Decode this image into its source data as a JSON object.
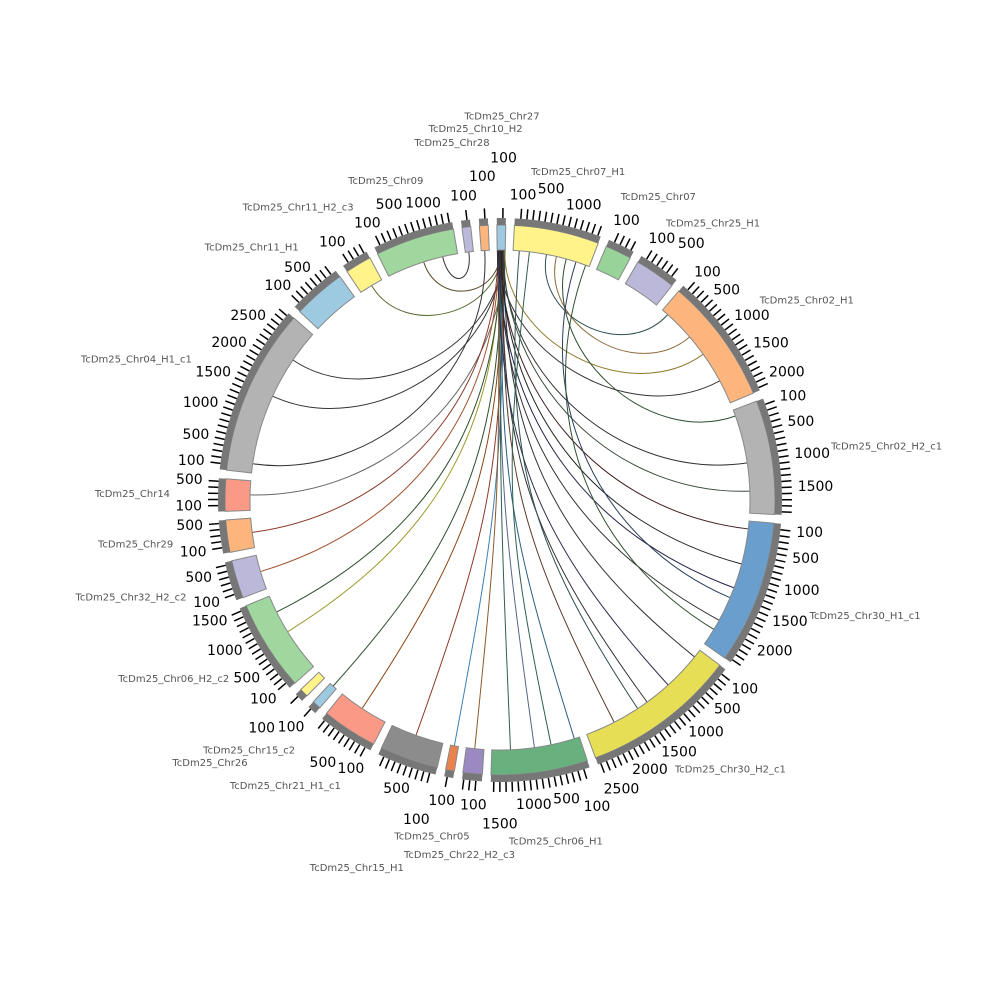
{
  "title": "Circos synteny plot",
  "tick_step": 100,
  "sectors": [
    {
      "id": "c07h1",
      "name": "TcDm25_Chr07_H1",
      "length": 1450,
      "color": "#fff38a"
    },
    {
      "id": "c07",
      "name": "TcDm25_Chr07",
      "length": 450,
      "color": "#98d49a"
    },
    {
      "id": "c25h1",
      "name": "TcDm25_Chr25_H1",
      "length": 700,
      "color": "#bcb8da"
    },
    {
      "id": "c02h1",
      "name": "TcDm25_Chr02_H1",
      "length": 2150,
      "color": "#fdb57e"
    },
    {
      "id": "c02h2",
      "name": "TcDm25_Chr02_H2_c1",
      "length": 1950,
      "color": "#b3b3b3"
    },
    {
      "id": "c30h1",
      "name": "TcDm25_Chr30_H1_c1",
      "length": 2450,
      "color": "#6a9ecd"
    },
    {
      "id": "c30h2",
      "name": "TcDm25_Chr30_H2_c1",
      "length": 2650,
      "color": "#e6de55"
    },
    {
      "id": "c06h1",
      "name": "TcDm25_Chr06_H1",
      "length": 1650,
      "color": "#69b07f"
    },
    {
      "id": "c22",
      "name": "TcDm25_Chr22_H2_c3",
      "length": 330,
      "color": "#9b8ac2"
    },
    {
      "id": "c05",
      "name": "TcDm25_Chr05",
      "length": 150,
      "color": "#e8834f"
    },
    {
      "id": "c15",
      "name": "TcDm25_Chr15_H1",
      "length": 1000,
      "color": "#8c8c8c"
    },
    {
      "id": "c21",
      "name": "TcDm25_Chr21_H1_c1",
      "length": 950,
      "color": "#fa9985"
    },
    {
      "id": "c15b",
      "name": "TcDm25_Chr15_c2",
      "length": 150,
      "color": "#9ecae1"
    },
    {
      "id": "c26",
      "name": "TcDm25_Chr26",
      "length": 150,
      "color": "#fff38a"
    },
    {
      "id": "c06h2",
      "name": "TcDm25_Chr06_H2_c2",
      "length": 1550,
      "color": "#a0d79e"
    },
    {
      "id": "c32",
      "name": "TcDm25_Chr32_H2_c2",
      "length": 650,
      "color": "#bcb8da"
    },
    {
      "id": "c29",
      "name": "TcDm25_Chr29",
      "length": 550,
      "color": "#fdb57e"
    },
    {
      "id": "c14",
      "name": "TcDm25_Chr14",
      "length": 550,
      "color": "#fa9985"
    },
    {
      "id": "c04",
      "name": "TcDm25_Chr04_H1_c1",
      "length": 2850,
      "color": "#b3b3b3"
    },
    {
      "id": "c11h1",
      "name": "TcDm25_Chr11_H1",
      "length": 900,
      "color": "#9ecae1"
    },
    {
      "id": "c11h2",
      "name": "TcDm25_Chr11_H2_c3",
      "length": 450,
      "color": "#fff38a"
    },
    {
      "id": "c09",
      "name": "TcDm25_Chr09",
      "length": 1350,
      "color": "#a0d79e"
    },
    {
      "id": "c28",
      "name": "TcDm25_Chr28",
      "length": 150,
      "color": "#bcb8da"
    },
    {
      "id": "c10",
      "name": "TcDm25_Chr10_H2",
      "length": 150,
      "color": "#fdb57e"
    },
    {
      "id": "c27",
      "name": "TcDm25_Chr27",
      "length": 150,
      "color": "#9ecae1"
    }
  ],
  "links": [
    {
      "from": "c27",
      "to": "c09",
      "color": "#5a4a2a"
    },
    {
      "from": "c27",
      "to": "c11h2",
      "color": "#556b2f"
    },
    {
      "from": "c27",
      "to": "c04",
      "color": "#333333"
    },
    {
      "from": "c27",
      "to": "c04",
      "color": "#333333"
    },
    {
      "from": "c27",
      "to": "c14",
      "color": "#666666"
    },
    {
      "from": "c27",
      "to": "c29",
      "color": "#8b3a2a"
    },
    {
      "from": "c27",
      "to": "c32",
      "color": "#a0522d"
    },
    {
      "from": "c27",
      "to": "c06h2",
      "color": "#9a9a2a"
    },
    {
      "from": "c27",
      "to": "c06h2",
      "color": "#2f4f2f"
    },
    {
      "from": "c27",
      "to": "c15b",
      "color": "#2f4f2f"
    },
    {
      "from": "c27",
      "to": "c21",
      "color": "#8b4513"
    },
    {
      "from": "c27",
      "to": "c15",
      "color": "#8b3a2a"
    },
    {
      "from": "c27",
      "to": "c05",
      "color": "#3b7fb5"
    },
    {
      "from": "c27",
      "to": "c22",
      "color": "#8b5a2b"
    },
    {
      "from": "c27",
      "to": "c06h1",
      "color": "#556688"
    },
    {
      "from": "c27",
      "to": "c06h1",
      "color": "#2f5f4f"
    },
    {
      "from": "c27",
      "to": "c06h1",
      "color": "#2b5f7f"
    },
    {
      "from": "c27",
      "to": "c30h2",
      "color": "#333333"
    },
    {
      "from": "c27",
      "to": "c30h2",
      "color": "#5a3a2a"
    },
    {
      "from": "c27",
      "to": "c30h2",
      "color": "#333333"
    },
    {
      "from": "c27",
      "to": "c30h2",
      "color": "#2f2f4f"
    },
    {
      "from": "c27",
      "to": "c30h1",
      "color": "#222244"
    },
    {
      "from": "c27",
      "to": "c30h1",
      "color": "#333333"
    },
    {
      "from": "c27",
      "to": "c30h1",
      "color": "#442222"
    },
    {
      "from": "c27",
      "to": "c30h1",
      "color": "#222222"
    },
    {
      "from": "c27",
      "to": "c02h2",
      "color": "#333333"
    },
    {
      "from": "c27",
      "to": "c02h2",
      "color": "#3a4a3a"
    },
    {
      "from": "c27",
      "to": "c02h1",
      "color": "#8b7a2a"
    },
    {
      "from": "c27",
      "to": "c02h1",
      "color": "#333333"
    },
    {
      "from": "c28",
      "to": "c09",
      "color": "#333333"
    },
    {
      "from": "c10",
      "to": "c04",
      "color": "#333333"
    },
    {
      "from": "c07h1",
      "to": "c02h1",
      "color": "#2f4f4f"
    },
    {
      "from": "c07h1",
      "to": "c02h1",
      "color": "#8b6a3a"
    },
    {
      "from": "c07h1",
      "to": "c02h2",
      "color": "#2f4f2f"
    },
    {
      "from": "c07h1",
      "to": "c30h1",
      "color": "#2b3f5f"
    },
    {
      "from": "c07h1",
      "to": "c30h1",
      "color": "#2f4f2f"
    },
    {
      "from": "c07h1",
      "to": "c30h2",
      "color": "#2f4f4f"
    },
    {
      "from": "c07h1",
      "to": "c06h1",
      "color": "#2f5f4f"
    }
  ]
}
